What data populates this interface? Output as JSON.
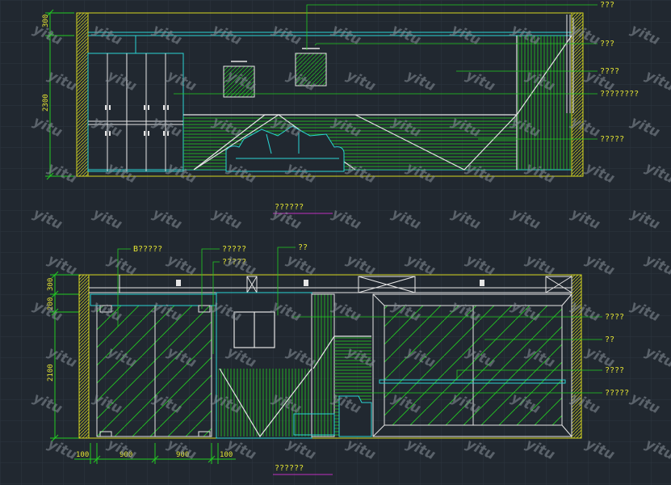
{
  "elevation_a": {
    "title": "??????",
    "dimensions": [
      "300",
      "2300"
    ],
    "callouts": [
      "???",
      "???",
      "????",
      "????????",
      "?????"
    ]
  },
  "elevation_b": {
    "title": "??????",
    "dimensions_left": [
      "300",
      "200",
      "2100"
    ],
    "dimensions_bottom": [
      "100",
      "900",
      "900",
      "100"
    ],
    "callouts_top": [
      "B?????",
      "?????",
      "?????",
      "??"
    ],
    "callouts_right": [
      "????",
      "??",
      "????",
      "?????"
    ]
  },
  "watermark": "yitu"
}
